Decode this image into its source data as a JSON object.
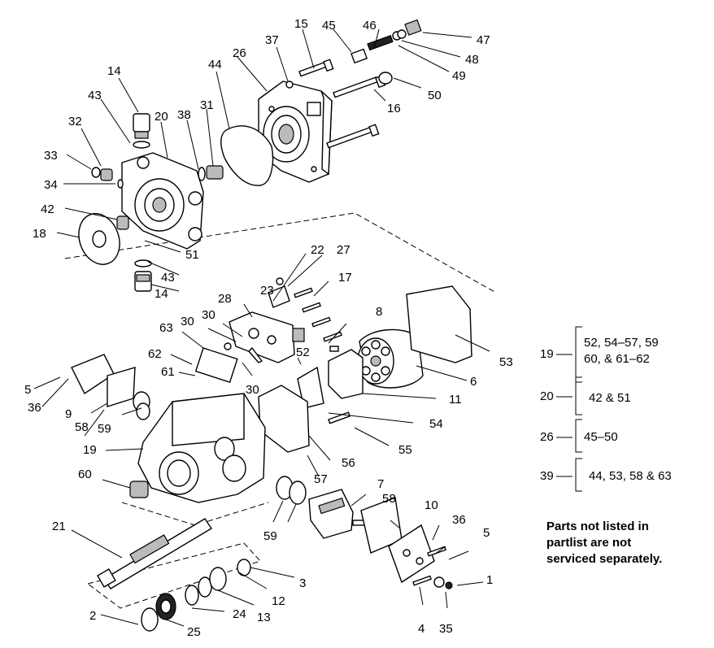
{
  "callouts": [
    "1",
    "2",
    "3",
    "4",
    "5",
    "5",
    "6",
    "7",
    "8",
    "9",
    "10",
    "11",
    "12",
    "13",
    "14",
    "14",
    "15",
    "16",
    "17",
    "18",
    "19",
    "20",
    "21",
    "22",
    "23",
    "24",
    "25",
    "26",
    "27",
    "28",
    "30",
    "30",
    "30",
    "31",
    "32",
    "33",
    "34",
    "35",
    "36",
    "36",
    "37",
    "38",
    "42",
    "43",
    "43",
    "44",
    "45",
    "46",
    "47",
    "48",
    "49",
    "50",
    "51",
    "52",
    "53",
    "54",
    "55",
    "56",
    "57",
    "58",
    "58",
    "59",
    "59",
    "60",
    "61",
    "62",
    "63"
  ],
  "groups": [
    {
      "number": "19",
      "parts": [
        "52, 54–57, 59",
        "60, & 61–62"
      ]
    },
    {
      "number": "20",
      "parts": [
        "42 & 51"
      ]
    },
    {
      "number": "26",
      "parts": [
        "45–50"
      ]
    },
    {
      "number": "39",
      "parts": [
        "44, 53, 58 & 63"
      ]
    }
  ],
  "note": [
    "Parts not listed in",
    "partlist are not",
    "serviced separately."
  ]
}
